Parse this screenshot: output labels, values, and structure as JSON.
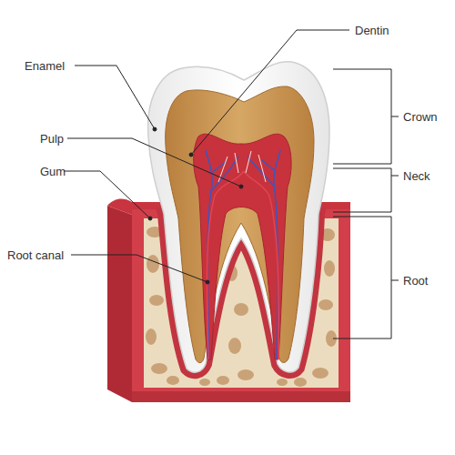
{
  "diagram": {
    "labels": [
      "Dentin",
      "Enamel",
      "Crown",
      "Pulp",
      "Gum",
      "Neck",
      "Root canal",
      "Root"
    ]
  }
}
